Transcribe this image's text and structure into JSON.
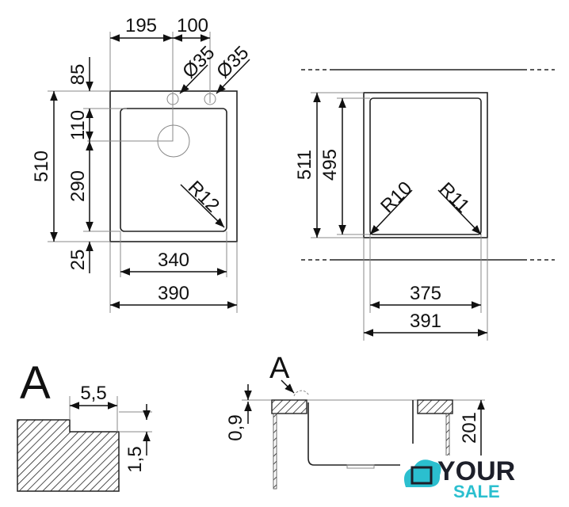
{
  "top_view": {
    "w195": "195",
    "w100": "100",
    "hole1": "Ø35",
    "hole2": "Ø35",
    "h85": "85",
    "h110": "110",
    "h290": "290",
    "h25": "25",
    "h510": "510",
    "radius": "R12",
    "w340": "340",
    "w390": "390"
  },
  "side_view": {
    "h511": "511",
    "h495": "495",
    "r10": "R10",
    "r11": "R11",
    "w375": "375",
    "w391": "391"
  },
  "detail": {
    "label": "A",
    "w55": "5,5",
    "h15": "1,5"
  },
  "section": {
    "label": "A",
    "h09": "0,9",
    "h201": "201"
  },
  "logo": {
    "word1": "YOUR",
    "word2": "SALE",
    "color_dark": "#1d1f2a",
    "color_teal": "#2bbfcf"
  }
}
